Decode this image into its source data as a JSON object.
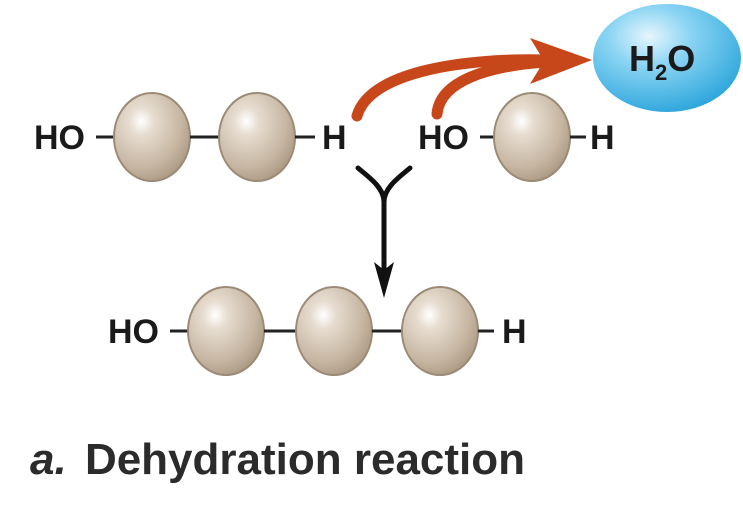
{
  "diagram": {
    "top_left_polymer": {
      "left_group": "HO",
      "right_group": "H"
    },
    "top_right_monomer": {
      "left_group": "HO",
      "right_group": "H"
    },
    "product_polymer": {
      "left_group": "HO",
      "right_group": "H"
    },
    "water": {
      "symbol": "H",
      "subscript": "2",
      "suffix": "O"
    },
    "caption": {
      "letter": "a.",
      "text": "Dehydration reaction"
    }
  },
  "colors": {
    "monomer_fill": "#c8b9a6",
    "monomer_stroke": "#8a7a66",
    "water_fill": "#4cb8e8",
    "removal_arrow": "#c8471a",
    "reaction_arrow": "#000000",
    "text": "#1a1a1a"
  }
}
